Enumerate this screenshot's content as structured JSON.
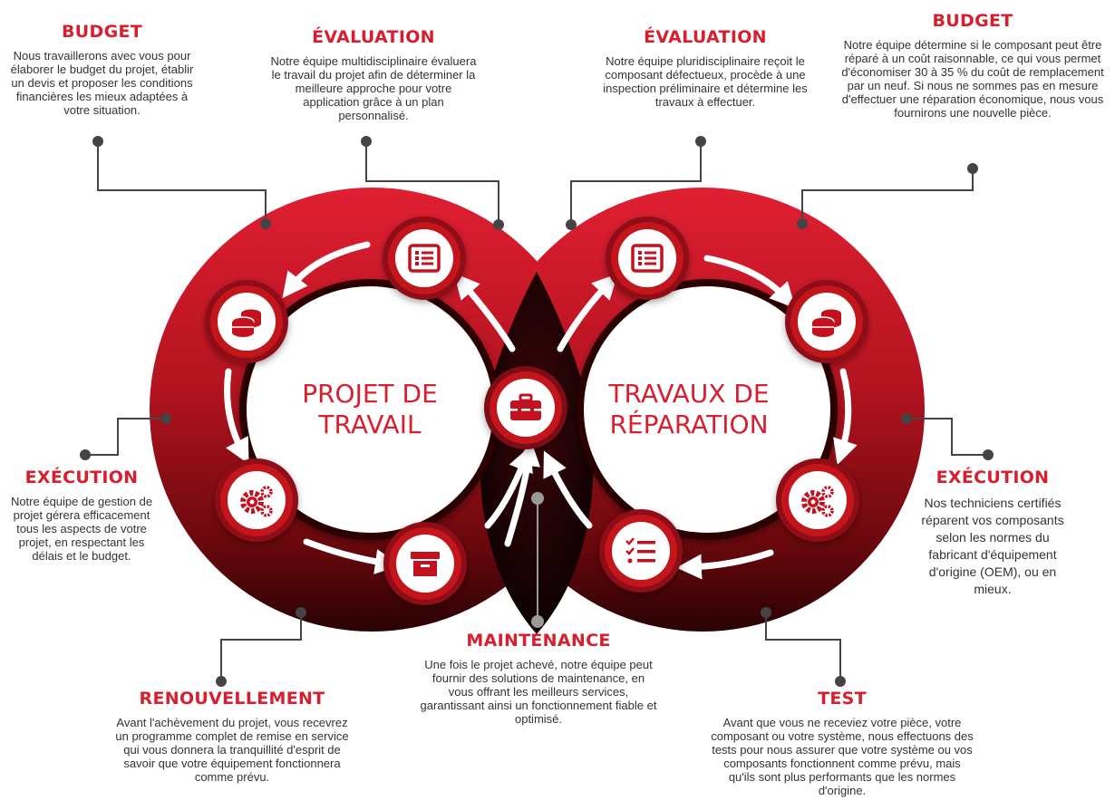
{
  "center": {
    "left_title": "PROJET DE TRAVAIL",
    "left_line1": "PROJET DE",
    "left_line2": "TRAVAIL",
    "right_line1": "TRAVAUX DE",
    "right_line2": "RÉPARATION"
  },
  "blocks": {
    "budget_left": {
      "title": "BUDGET",
      "text": "Nous travaillerons avec vous pour élaborer le budget du projet, établir un devis et proposer les conditions financières les mieux adaptées à votre situation."
    },
    "evaluation_left": {
      "title": "ÉVALUATION",
      "text": "Notre équipe multidisciplinaire évaluera le travail du projet afin de déterminer la meilleure approche pour votre application grâce à un plan personnalisé."
    },
    "evaluation_right": {
      "title": "ÉVALUATION",
      "text": "Notre équipe pluridisciplinaire reçoit le composant défectueux, procède à une inspection préliminaire et détermine les travaux à effectuer."
    },
    "budget_right": {
      "title": "BUDGET",
      "text": "Notre équipe détermine si le composant peut être réparé à un coût raisonnable, ce qui vous permet d'économiser 30 à 35 % du coût de remplacement par un neuf. Si nous ne sommes pas en mesure d'effectuer une réparation économique, nous vous fournirons une nouvelle pièce."
    },
    "execution_left": {
      "title": "EXÉCUTION",
      "text": "Notre équipe de gestion de projet gérera efficacement tous les aspects de votre projet, en respectant les délais et le budget."
    },
    "execution_right": {
      "title": "EXÉCUTION",
      "text": "Nos techniciens certifiés réparent vos composants selon les normes du fabricant d'équipement d'origine (OEM), ou en mieux."
    },
    "renouvellement": {
      "title": "RENOUVELLEMENT",
      "text": "Avant l'achèvement du projet, vous recevrez un programme complet de remise en service qui vous donnera la tranquillité d'esprit de savoir que votre équipement fonctionnera comme prévu."
    },
    "maintenance": {
      "title": "MAINTENANCE",
      "text": "Une fois le projet achevé, notre équipe peut fournir des solutions de maintenance, en vous offrant les meilleurs services, garantissant ainsi un fonctionnement fiable et optimisé."
    },
    "test": {
      "title": "TEST",
      "text": "Avant que vous ne receviez votre pièce, votre composant ou votre système, nous effectuons des tests pour nous assurer que votre système ou vos composants fonctionnent comme prévu, mais qu'ils sont plus performants que les normes d'origine."
    }
  },
  "colors": {
    "accent": "#d71f2f",
    "dark_red": "#8e0c14",
    "black": "#1a0305",
    "text": "#333333",
    "connector": "#444444"
  },
  "icons": {
    "evaluation": "checklist-icon",
    "budget": "coins-icon",
    "execution": "gears-icon",
    "renouvellement": "archive-box-icon",
    "test": "task-list-icon",
    "maintenance": "toolbox-icon"
  }
}
